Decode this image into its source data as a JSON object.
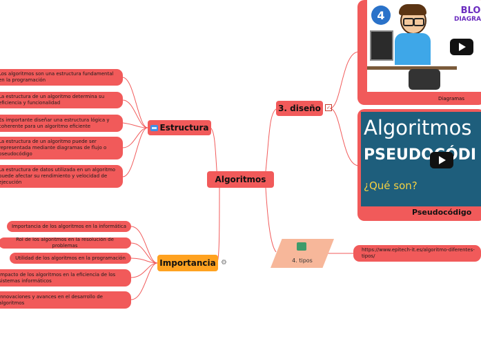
{
  "central": {
    "label": "Algoritmos"
  },
  "estructura": {
    "label": "Estructura",
    "items": [
      "Los algoritmos son una estructura fundamental en la programación",
      "La estructura de un algoritmo determina su eficiencia y funcionalidad",
      "Es importante diseñar una estructura lógica y coherente para un algoritmo eficiente",
      "La estructura de un algoritmo puede ser representada mediante diagramas de flujo o pseudocódigo",
      "La estructura de datos utilizada en un algoritmo puede afectar su rendimiento y velocidad de ejecución"
    ]
  },
  "importancia": {
    "label": "Importancia",
    "items": [
      "Importancia de los algoritmos en la informática",
      "Rol de los algoritmos en la resolución de problemas",
      "Utilidad de los algoritmos en la programación",
      "Impacto de los algoritmos en la eficiencia de los sistemas informáticos",
      "Innovaciones y avances en el desarrollo de algoritmos"
    ]
  },
  "diseno": {
    "label": "3. diseño",
    "video1": {
      "badge": "4",
      "title_line1": "BLO",
      "title_line2": "DIAGRAM",
      "caption": "Diagramas"
    },
    "video2": {
      "title_line1": "Algoritmos",
      "title_line2": "PSEUDOCÓDI",
      "subtitle": "¿Qué son?",
      "caption": "Pseudocódigo"
    }
  },
  "tipos": {
    "label": "4. tipos",
    "link": "https://www.epitech-it.es/algoritmo-diferentes-tipos/"
  },
  "colors": {
    "node": "#f15a5a",
    "orange": "#ffa220",
    "tipos": "#f7b79a",
    "line": "#f15a5a"
  }
}
